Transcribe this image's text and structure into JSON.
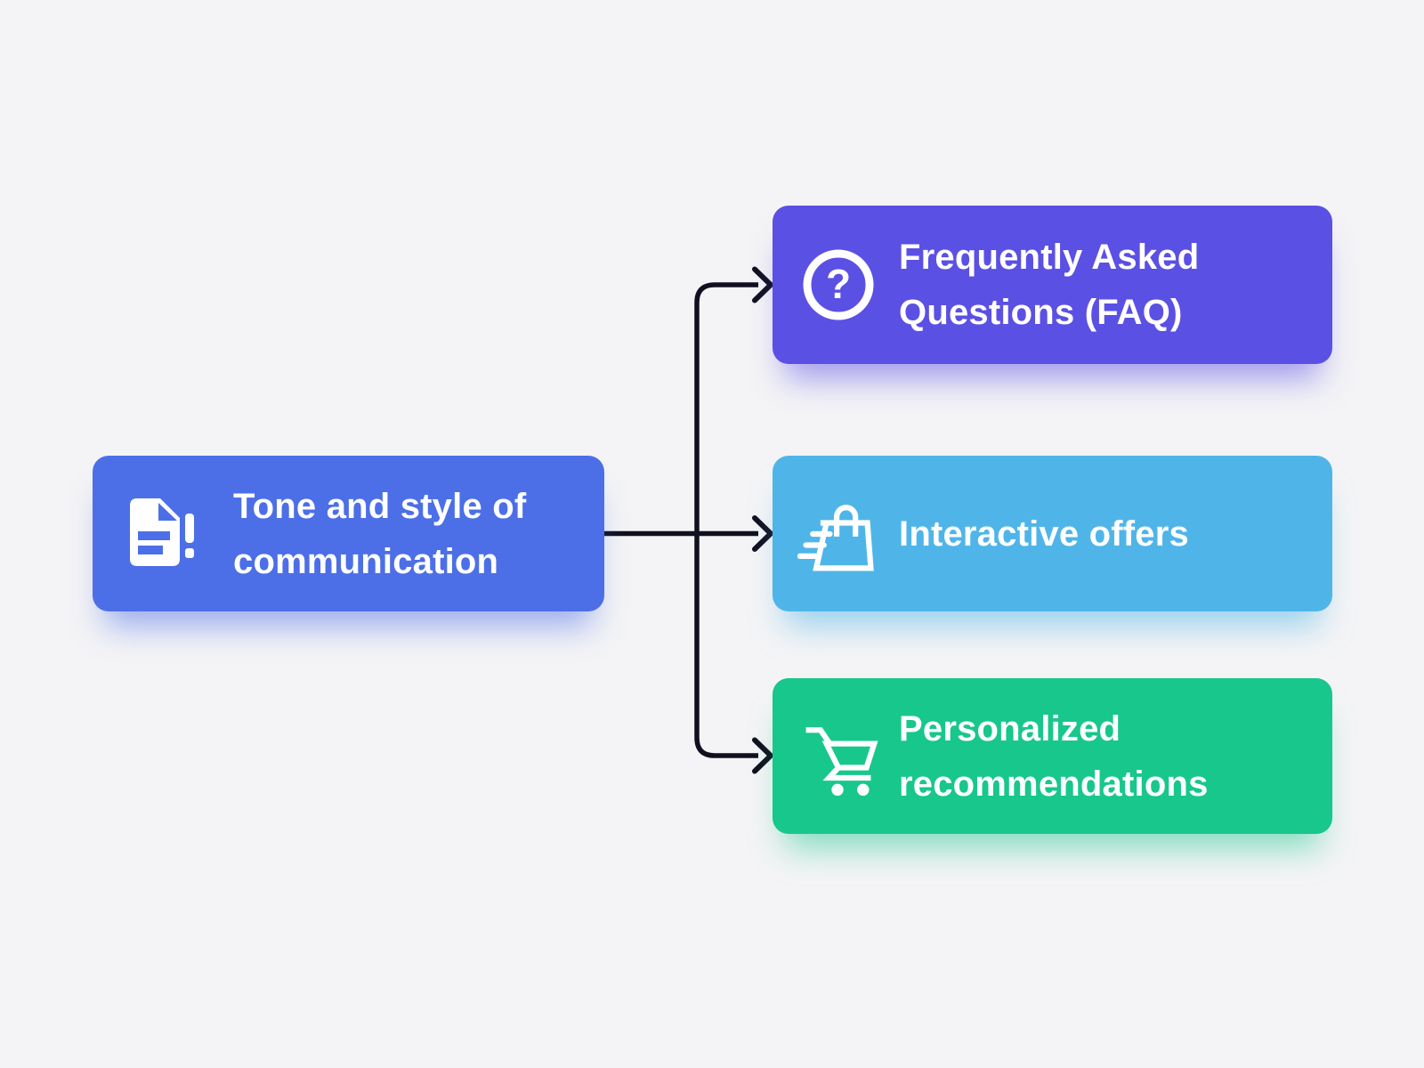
{
  "background": "#f4f4f6",
  "connector": {
    "color": "#101020"
  },
  "nodes": {
    "root": {
      "label": "Tone and style of communication",
      "color": "#4c6fe8",
      "glow": "rgba(76,111,232,0.55)",
      "icon": "document-alert-icon"
    },
    "faq": {
      "label": "Frequently Asked Questions (FAQ)",
      "color": "#5b50e4",
      "glow": "rgba(91,80,228,0.55)",
      "icon": "question-circle-icon"
    },
    "offers": {
      "label": "Interactive offers",
      "color": "#4fb5e8",
      "glow": "rgba(79,181,232,0.55)",
      "icon": "shopping-bag-icon"
    },
    "recommendations": {
      "label": "Personalized recommendations",
      "color": "#18c78b",
      "glow": "rgba(24,199,139,0.5)",
      "icon": "shopping-cart-icon"
    }
  }
}
